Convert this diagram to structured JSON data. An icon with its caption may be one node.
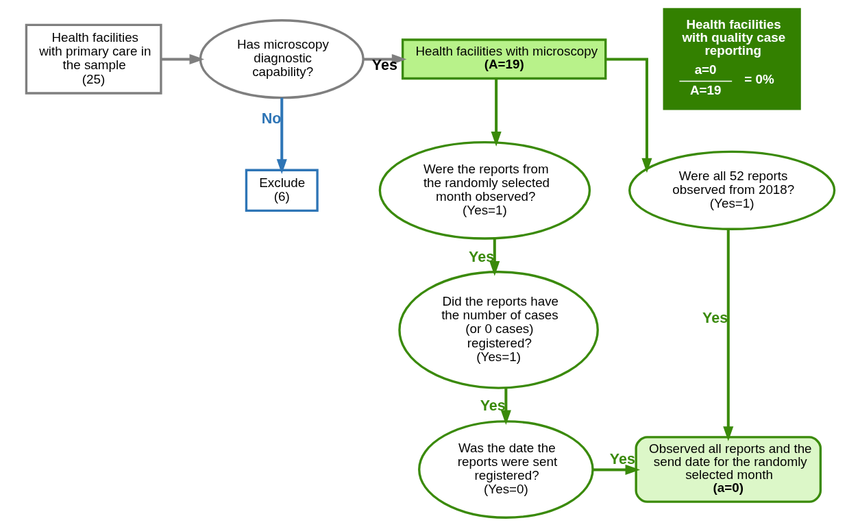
{
  "diagram": {
    "nodes": [
      {
        "text": [
          "Health facilities with primary care in the sample",
          "(25)"
        ]
      },
      {
        "text": [
          "Has microscopy diagnostic capability?"
        ]
      },
      {
        "text": [
          "Health facilities with microscopy",
          "(A=19)"
        ]
      },
      {
        "text": [
          "Exclude",
          "(6)"
        ]
      },
      {
        "text": [
          "Were all 52 reports observed from 2018?",
          "(Yes=1)"
        ]
      },
      {
        "text": [
          "Were the reports from the randomly selected month observed?",
          "(Yes=1)"
        ]
      },
      {
        "text": [
          "Health facilities with quality case reporting",
          "a=0",
          "A=19",
          "= 0%"
        ]
      },
      {
        "text": [
          "Did the reports have the number of cases (or 0 cases) registered?",
          "(Yes=1)"
        ]
      },
      {
        "text": [
          "Was the date the reports were sent registered?",
          "(Yes=0)"
        ]
      },
      {
        "text": [
          "Observed all reports and the send date for the randomly selected month",
          "(a=0)"
        ]
      }
    ],
    "edges": [
      {
        "from": 0,
        "to": 1,
        "arrow": "to",
        "color": "#7f7f7f"
      },
      {
        "from": 1,
        "to": 2,
        "arrow": "to",
        "label": "Yes",
        "color": "#7f7f7f"
      },
      {
        "from": 1,
        "to": 3,
        "arrow": "to",
        "label": "No",
        "color": "#2e75b6"
      },
      {
        "from": 2,
        "to": 4,
        "arrow": "to"
      },
      {
        "from": 2,
        "to": 5,
        "arrow": "to"
      },
      {
        "from": 4,
        "to": 9,
        "arrow": "to",
        "label": "Yes"
      },
      {
        "from": 5,
        "to": 7,
        "arrow": "to",
        "label": "Yes"
      },
      {
        "from": 7,
        "to": 8,
        "arrow": "to",
        "label": "Yes"
      },
      {
        "from": 8,
        "to": 9,
        "arrow": "to",
        "label": "Yes"
      }
    ]
  }
}
